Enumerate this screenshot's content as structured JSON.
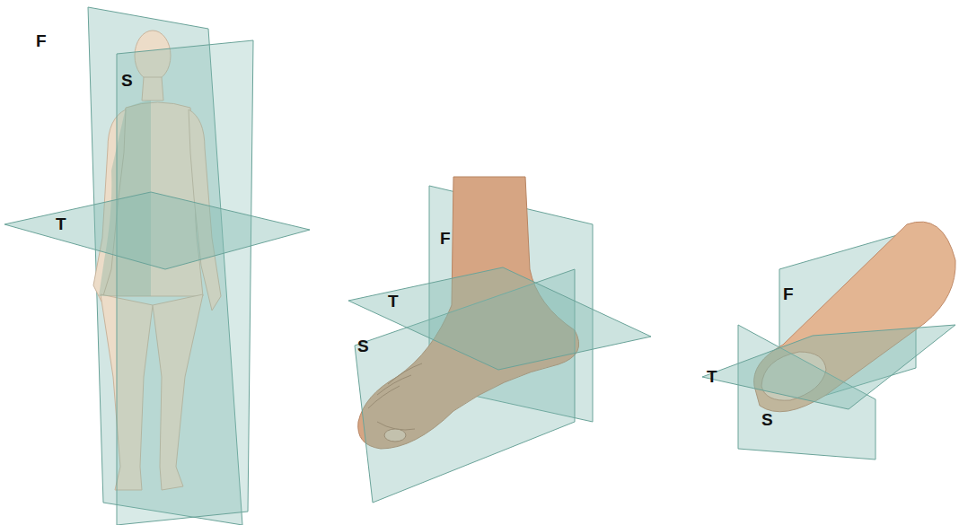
{
  "diagram": {
    "labels": [
      "F",
      "S",
      "T",
      "F",
      "T",
      "S",
      "F",
      "T",
      "S"
    ]
  }
}
